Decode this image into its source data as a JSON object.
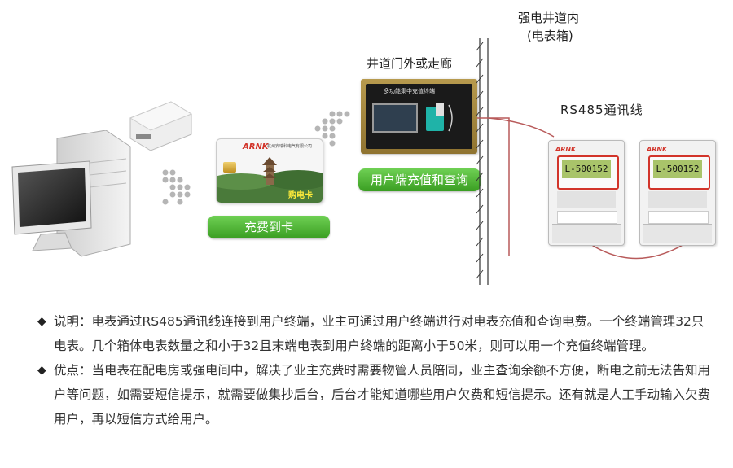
{
  "labels": {
    "shaft_title": "强电井道内",
    "shaft_sub": "(电表箱)",
    "corridor": "井道门外或走廊",
    "rs485": "RS485通讯线"
  },
  "badges": {
    "recharge_card": "充费到卡",
    "user_terminal": "用户端充值和查询"
  },
  "card": {
    "brand": "ARNK",
    "company": "杭州安瑞科电气有限公司",
    "name": "购电卡"
  },
  "terminal": {
    "title": "多功能集中充值终端"
  },
  "meters": [
    {
      "brand": "ARNK",
      "display": "L-500152"
    },
    {
      "brand": "ARNK",
      "display": "L-500152"
    }
  ],
  "notes": [
    "说明：电表通过RS485通讯线连接到用户终端，业主可通过用户终端进行对电表充值和查询电费。一个终端管理32只电表。几个箱体电表数量之和小于32且末端电表到用户终端的距离小于50米，则可以用一个充值终端管理。",
    "优点：当电表在配电房或强电间中，解决了业主充费时需要物管人员陪同，业主查询余额不方便，断电之前无法告知用户等问题，如需要短信提示，就需要做集抄后台，后台才能知道哪些用户欠费和短信提示。还有就是人工手动输入欠费用户，再以短信方式给用户。"
  ],
  "colors": {
    "badge_green": "#4cb62e",
    "card_red": "#d2342a",
    "meter_display": "#a9c46a"
  }
}
